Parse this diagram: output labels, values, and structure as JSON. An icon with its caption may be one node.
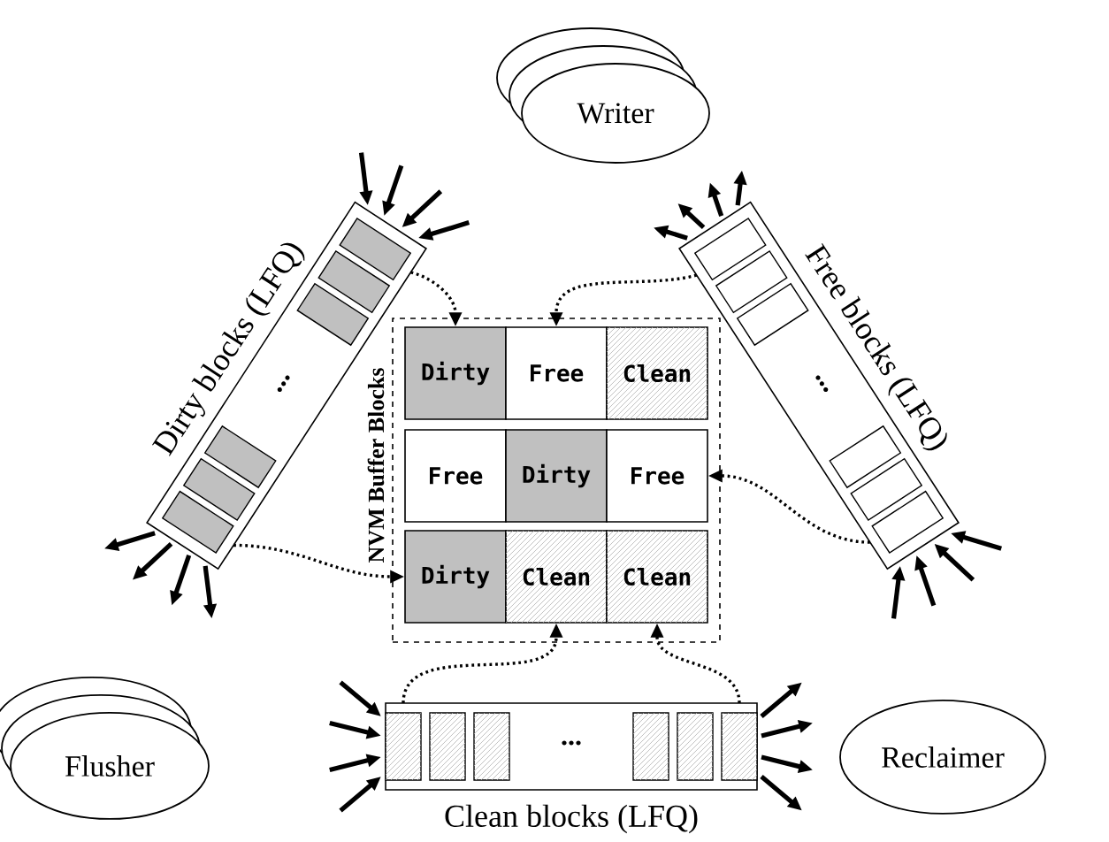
{
  "diagram": {
    "nodes": [
      {
        "text": [
          "Writer"
        ]
      },
      {
        "text": [
          "Flusher"
        ]
      },
      {
        "text": [
          "Reclaimer"
        ]
      },
      {
        "text": [
          "Dirty blocks (LFQ)",
          "..."
        ]
      },
      {
        "text": [
          "Free blocks (LFQ)",
          "..."
        ]
      },
      {
        "text": [
          "...",
          "Clean blocks (LFQ)"
        ]
      },
      {
        "text": [
          "NVM Buffer Blocks"
        ]
      },
      {
        "text": [
          "Dirty"
        ],
        "in": 6
      },
      {
        "text": [
          "Free"
        ],
        "in": 6
      },
      {
        "text": [
          "Clean"
        ],
        "in": 6
      },
      {
        "text": [
          "Free"
        ],
        "in": 6
      },
      {
        "text": [
          "Dirty"
        ],
        "in": 6
      },
      {
        "text": [
          "Free"
        ],
        "in": 6
      },
      {
        "text": [
          "Dirty"
        ],
        "in": 6
      },
      {
        "text": [
          "Clean"
        ],
        "in": 6
      },
      {
        "text": [
          "Clean"
        ],
        "in": 6
      }
    ],
    "edges": [
      {
        "from": 3,
        "to": 7,
        "arrow": "to",
        "style": "dashed"
      },
      {
        "from": 3,
        "to": 13,
        "arrow": "to",
        "style": "dashed"
      },
      {
        "from": 4,
        "to": 8,
        "arrow": "to",
        "style": "dashed"
      },
      {
        "from": 4,
        "to": 12,
        "arrow": "to",
        "style": "dashed"
      },
      {
        "from": 5,
        "to": 14,
        "arrow": "to",
        "style": "dashed"
      },
      {
        "from": 5,
        "to": 15,
        "arrow": "to",
        "style": "dashed"
      },
      {
        "from": null,
        "to": 3,
        "arrow": "to"
      },
      {
        "from": null,
        "to": 3,
        "arrow": "to"
      },
      {
        "from": null,
        "to": 3,
        "arrow": "to"
      },
      {
        "from": null,
        "to": 3,
        "arrow": "to"
      },
      {
        "from": 3,
        "to": null,
        "arrow": "to"
      },
      {
        "from": 3,
        "to": null,
        "arrow": "to"
      },
      {
        "from": 3,
        "to": null,
        "arrow": "to"
      },
      {
        "from": 3,
        "to": null,
        "arrow": "to"
      },
      {
        "from": 4,
        "to": null,
        "arrow": "to"
      },
      {
        "from": 4,
        "to": null,
        "arrow": "to"
      },
      {
        "from": 4,
        "to": null,
        "arrow": "to"
      },
      {
        "from": 4,
        "to": null,
        "arrow": "to"
      },
      {
        "from": null,
        "to": 4,
        "arrow": "to"
      },
      {
        "from": null,
        "to": 4,
        "arrow": "to"
      },
      {
        "from": null,
        "to": 4,
        "arrow": "to"
      },
      {
        "from": null,
        "to": 4,
        "arrow": "to"
      },
      {
        "from": null,
        "to": 5,
        "arrow": "to"
      },
      {
        "from": null,
        "to": 5,
        "arrow": "to"
      },
      {
        "from": null,
        "to": 5,
        "arrow": "to"
      },
      {
        "from": null,
        "to": 5,
        "arrow": "to"
      },
      {
        "from": 5,
        "to": null,
        "arrow": "to"
      },
      {
        "from": 5,
        "to": null,
        "arrow": "to"
      },
      {
        "from": 5,
        "to": null,
        "arrow": "to"
      },
      {
        "from": 5,
        "to": null,
        "arrow": "to"
      }
    ]
  }
}
